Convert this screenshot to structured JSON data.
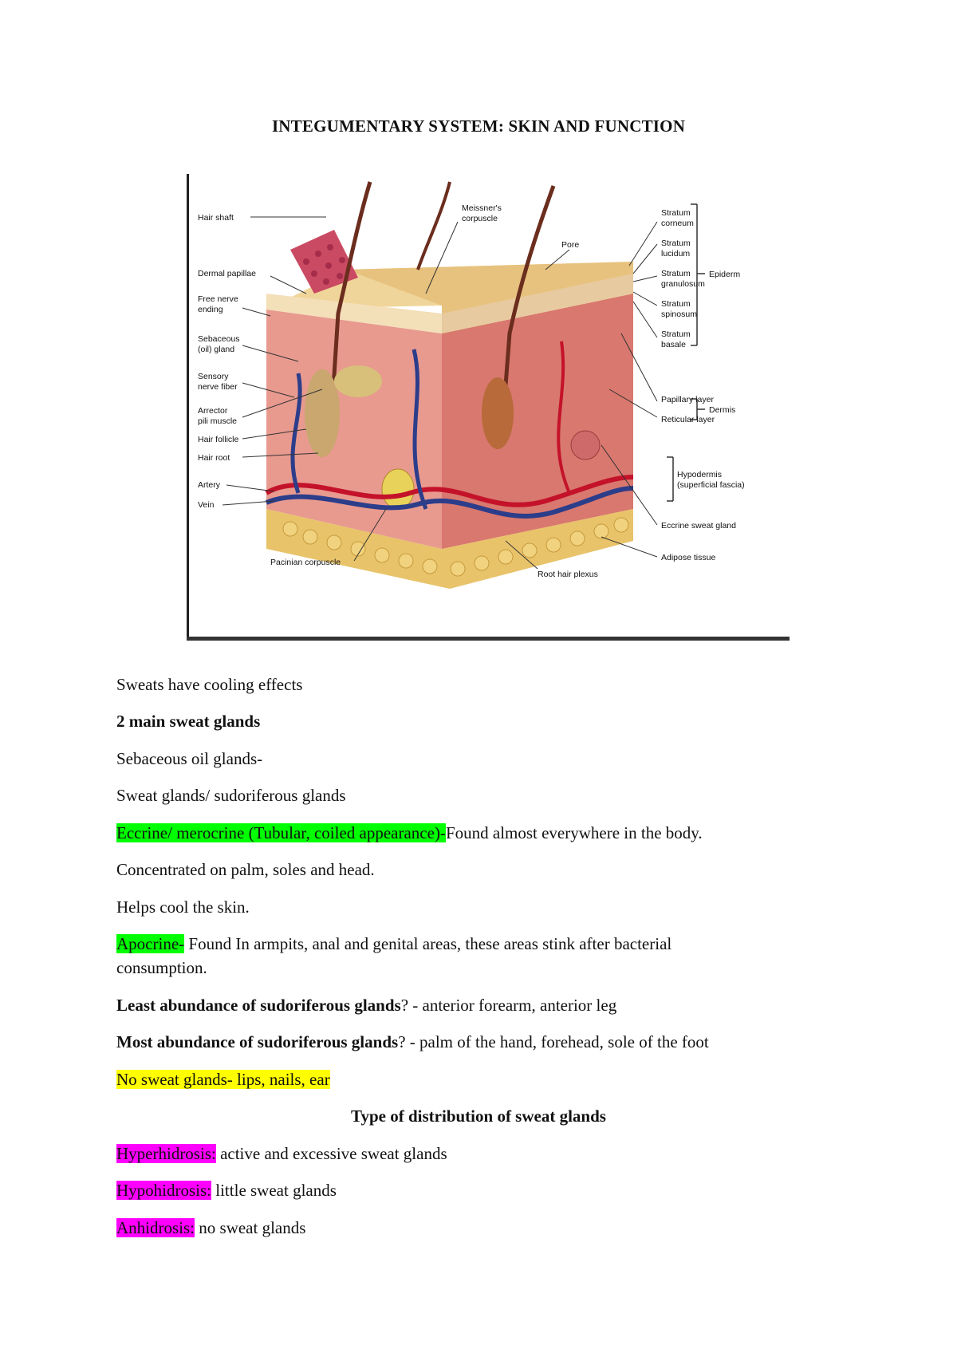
{
  "title": "INTEGUMENTARY SYSTEM: SKIN AND FUNCTION",
  "figure": {
    "labels_left": [
      "Hair shaft",
      "Dermal papillae",
      "Free nerve",
      "ending",
      "Sebaceous",
      "(oil) gland",
      "Sensory",
      "nerve fiber",
      "Arrector",
      "pili muscle",
      "Hair follicle",
      "Hair root",
      "Artery",
      "Vein"
    ],
    "labels_top": [
      "Meissner's",
      "corpuscle",
      "Pore"
    ],
    "labels_right": [
      "Stratum",
      "corneum",
      "Stratum",
      "lucidum",
      "Stratum",
      "granulosum",
      "Stratum",
      "spinosum",
      "Stratum",
      "basale",
      "Epiderm",
      "Papillary layer",
      "Reticular layer",
      "Dermis",
      "Hypodermis",
      "(superficial fascia)",
      "Eccrine sweat gland",
      "Adipose tissue"
    ],
    "labels_bottom": [
      "Pacinian corpuscle",
      "Root hair plexus"
    ]
  },
  "lines": {
    "l1": "Sweats have cooling effects",
    "l2": "2 main sweat glands",
    "l3": "Sebaceous oil glands-",
    "l4": "Sweat glands/ sudoriferous glands",
    "l5_hl": "Eccrine/ merocrine (Tubular, coiled appearance)-",
    "l5_rest": "Found almost everywhere in the body.",
    "l6": "Concentrated on palm, soles and head.",
    "l7": "Helps cool the skin.",
    "l8_hl": "Apocrine-",
    "l8_rest": " Found In armpits, anal and genital areas, these areas stink after bacterial",
    "l8_cont": "consumption.",
    "l9_b": "Least abundance of sudoriferous glands",
    "l9_rest": "? - anterior forearm, anterior leg",
    "l10_b": "Most abundance of sudoriferous glands",
    "l10_rest": "? - palm of the hand, forehead, sole of the foot",
    "l11": "No sweat glands- lips, nails, ear",
    "l12": "Type of distribution of sweat glands",
    "l13_hl": "Hyperhidrosis:",
    "l13_rest": " active and excessive sweat glands",
    "l14_hl": "Hypohidrosis:",
    "l14_rest": " little sweat glands",
    "l15_hl": "Anhidrosis:",
    "l15_rest": " no sweat glands"
  },
  "colors": {
    "highlight_green": "#00ff00",
    "highlight_yellow": "#ffff00",
    "highlight_magenta": "#ff00ff"
  }
}
